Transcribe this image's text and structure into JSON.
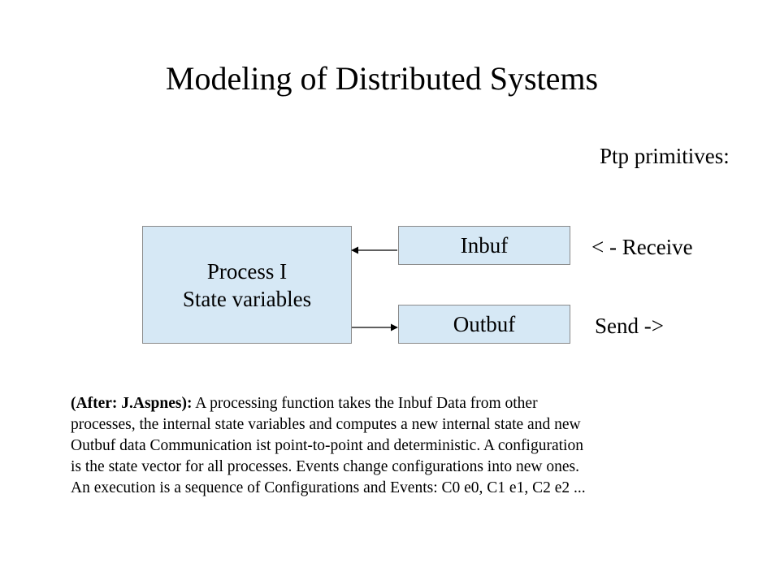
{
  "title": "Modeling of Distributed Systems",
  "ptp_label": "Ptp primitives:",
  "process_box": {
    "line1": "Process I",
    "line2": "State variables"
  },
  "inbuf_label": "Inbuf",
  "outbuf_label": "Outbuf",
  "receive_label": "< -  Receive",
  "send_label": "Send ->",
  "description": {
    "lead": "(After: J.Aspnes):",
    "line1_rest": " A processing function takes the Inbuf Data from other",
    "line2": "processes, the internal state variables and computes a new internal state and new",
    "line3": "Outbuf data Communication ist point-to-point and deterministic. A configuration",
    "line4": "is the state vector for all processes. Events change configurations into new ones.",
    "line5": "An execution is a sequence of Configurations and Events: C0 e0, C1 e1, C2 e2 ..."
  },
  "colors": {
    "box_fill": "#d6e8f5",
    "box_border": "#8a8a8a"
  }
}
